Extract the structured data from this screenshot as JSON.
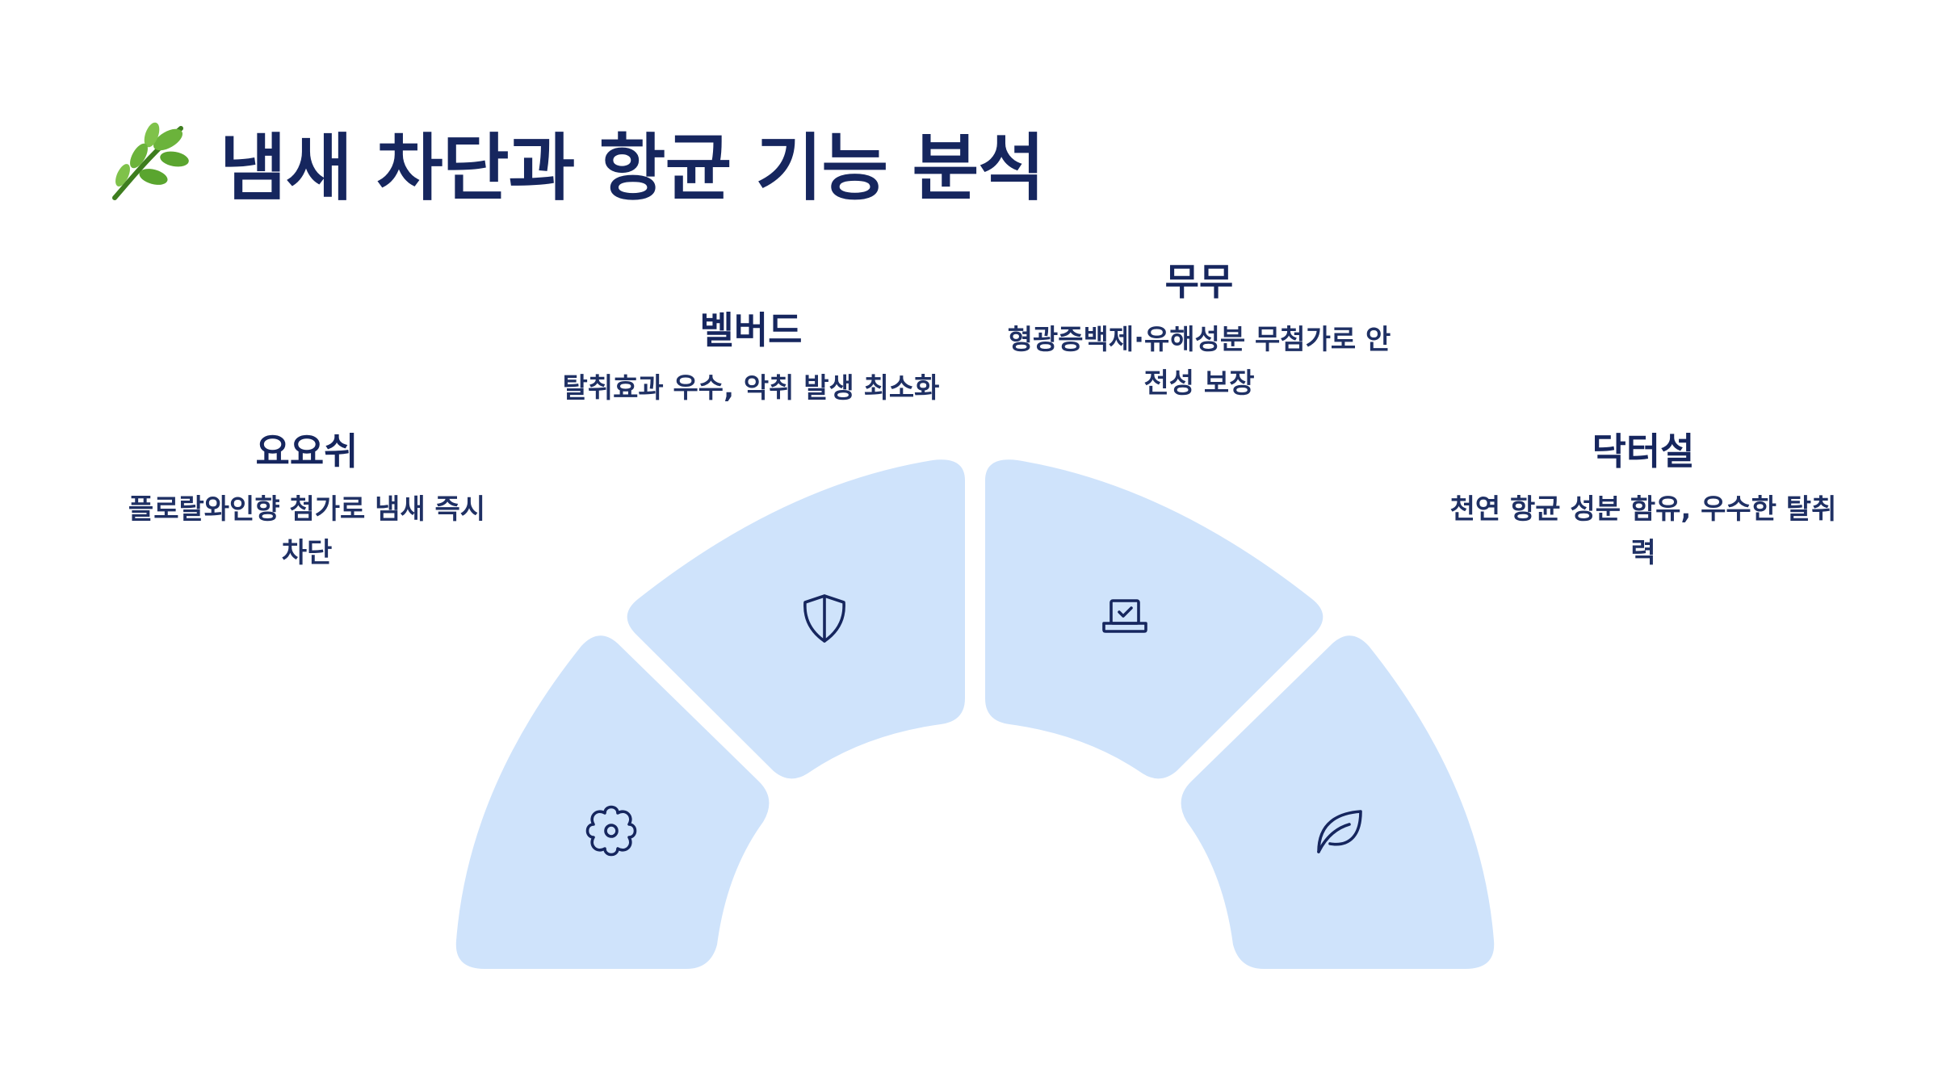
{
  "header": {
    "title": "냄새 차단과 항균 기능 분석",
    "title_icon": "herb-icon"
  },
  "segments": [
    {
      "name": "요요쉬",
      "desc_line1": "플로랄와인향 첨가로 냄새 즉시",
      "desc_line2": "차단",
      "icon": "flower-icon"
    },
    {
      "name": "벨버드",
      "desc_line1": "탈취효과 우수, 악취 발생 최소화",
      "desc_line2": "",
      "icon": "shield-icon"
    },
    {
      "name": "무무",
      "desc_line1": "형광증백제·유해성분 무첨가로 안",
      "desc_line2": "전성 보장",
      "icon": "laptop-check-icon"
    },
    {
      "name": "닥터설",
      "desc_line1": "천연 항균 성분 함유, 우수한 탈취",
      "desc_line2": "력",
      "icon": "leaf-icon"
    }
  ],
  "colors": {
    "segment_fill": "#cfe3fb",
    "text_dark": "#16265e"
  }
}
